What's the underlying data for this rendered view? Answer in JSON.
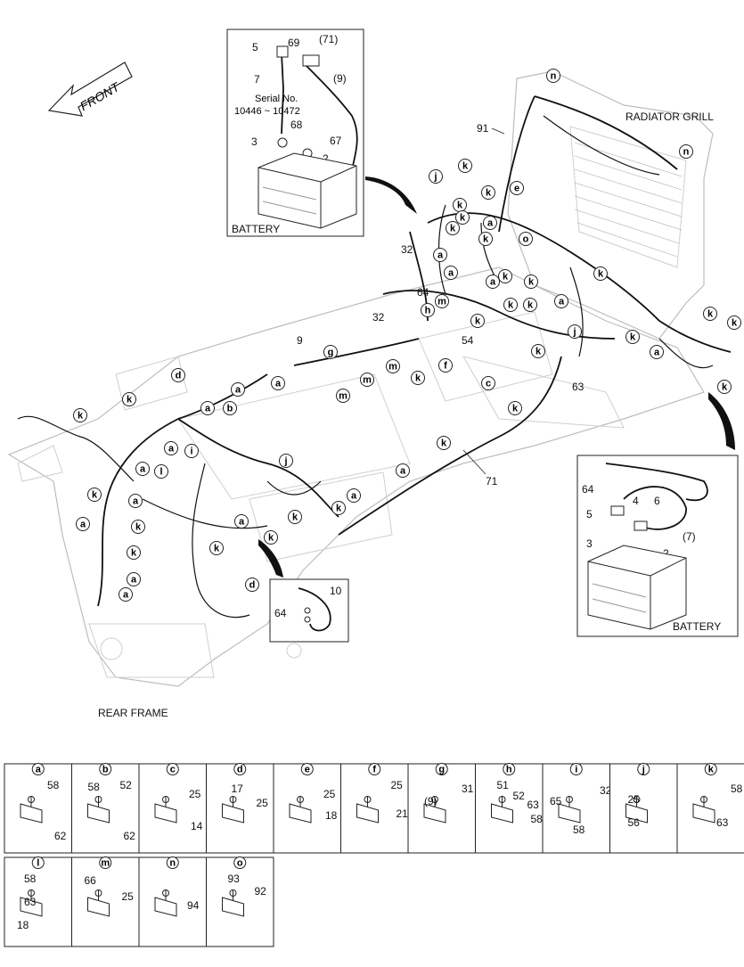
{
  "front_label": "FRONT",
  "radiator_label": "RADIATOR GRILL",
  "rear_frame_label": "REAR FRAME",
  "inset_top": {
    "title": "BATTERY",
    "serial_label": "Serial No.",
    "serial_range": "10446 ~ 10472",
    "parts": [
      "5",
      "69",
      "(71)",
      "7",
      "(9)",
      "68",
      "3",
      "67",
      "2"
    ]
  },
  "inset_right": {
    "title": "BATTERY",
    "parts": [
      "64",
      "5",
      "3",
      "4",
      "6",
      "(7)",
      "2"
    ]
  },
  "inset_small": {
    "parts": [
      "10",
      "64"
    ]
  },
  "main_numbers": [
    "91",
    "32",
    "32",
    "64",
    "9",
    "54",
    "63",
    "71"
  ],
  "callouts_main": [
    "n",
    "n",
    "k",
    "j",
    "k",
    "e",
    "k",
    "k",
    "k",
    "a",
    "k",
    "o",
    "k",
    "a",
    "a",
    "a",
    "k",
    "k",
    "m",
    "h",
    "k",
    "k",
    "a",
    "k",
    "j",
    "k",
    "k",
    "k",
    "a",
    "g",
    "m",
    "m",
    "m",
    "k",
    "k",
    "f",
    "k",
    "d",
    "a",
    "a",
    "a",
    "b",
    "k",
    "c",
    "k",
    "k",
    "a",
    "a",
    "l",
    "i",
    "k",
    "a",
    "k",
    "k",
    "j",
    "k",
    "k",
    "a",
    "a",
    "k",
    "k",
    "d",
    "a",
    "a",
    "a",
    "k",
    "a"
  ],
  "legend": [
    {
      "letter": "a",
      "parts": [
        "58",
        "62"
      ]
    },
    {
      "letter": "b",
      "parts": [
        "52",
        "58",
        "62"
      ]
    },
    {
      "letter": "c",
      "parts": [
        "25",
        "14"
      ]
    },
    {
      "letter": "d",
      "parts": [
        "17",
        "25"
      ]
    },
    {
      "letter": "e",
      "parts": [
        "25",
        "18"
      ]
    },
    {
      "letter": "f",
      "parts": [
        "25",
        "21"
      ]
    },
    {
      "letter": "g",
      "parts": [
        "(9)",
        "31"
      ]
    },
    {
      "letter": "h",
      "parts": [
        "51",
        "52",
        "63",
        "58"
      ]
    },
    {
      "letter": "i",
      "parts": [
        "65",
        "32",
        "58"
      ]
    },
    {
      "letter": "j",
      "parts": [
        "25",
        "56"
      ]
    },
    {
      "letter": "k",
      "parts": [
        "58",
        "63"
      ]
    },
    {
      "letter": "l",
      "parts": [
        "58",
        "63",
        "18"
      ]
    },
    {
      "letter": "m",
      "parts": [
        "66",
        "25"
      ]
    },
    {
      "letter": "n",
      "parts": [
        "94"
      ]
    },
    {
      "letter": "o",
      "parts": [
        "93",
        "92"
      ]
    }
  ]
}
